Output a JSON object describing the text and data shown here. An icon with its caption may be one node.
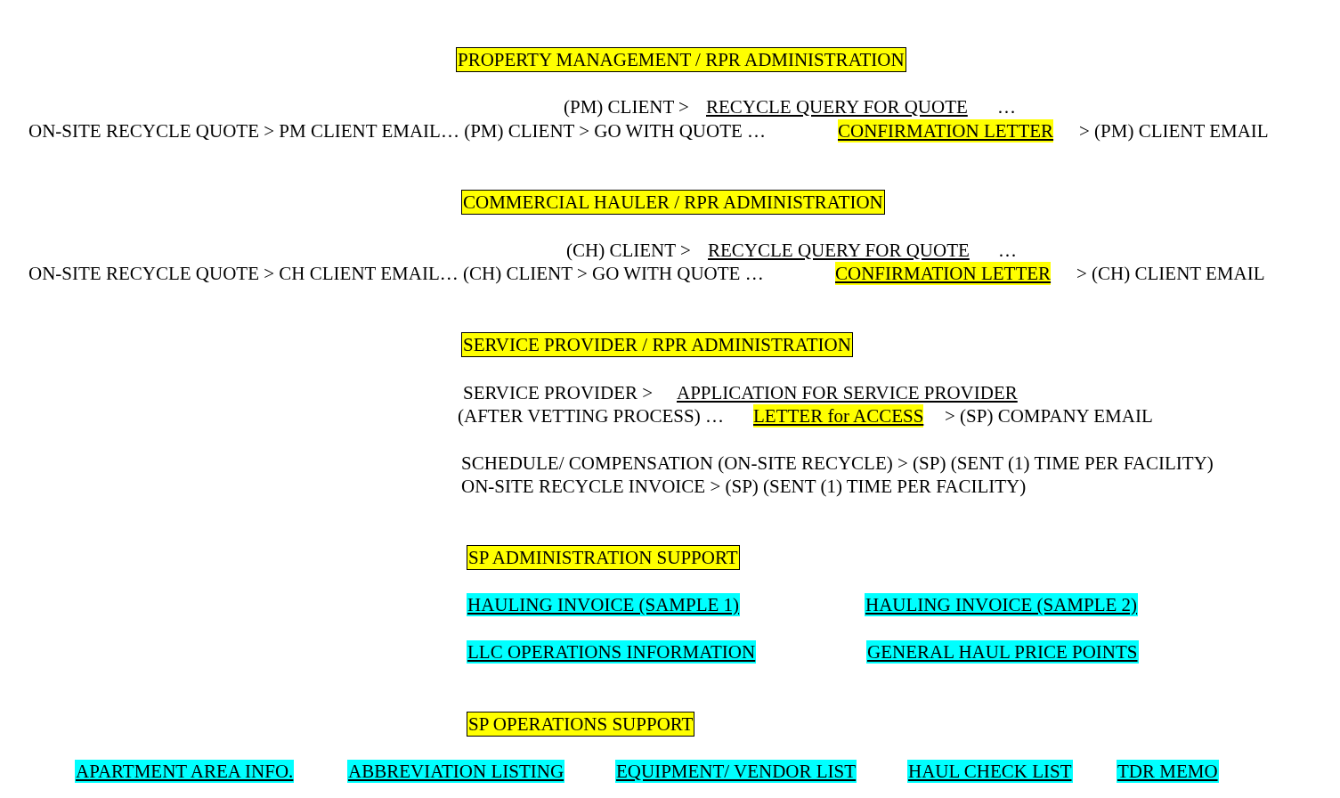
{
  "diagram": {
    "nodes": [
      {
        "text": [
          "PROPERTY MANAGEMENT / RPR ADMINISTRATION"
        ]
      },
      {
        "text": [
          "COMMERCIAL HAULER / RPR ADMINISTRATION"
        ]
      },
      {
        "text": [
          "SERVICE PROVIDER / RPR ADMINISTRATION"
        ]
      },
      {
        "text": [
          "SP ADMINISTRATION SUPPORT"
        ]
      },
      {
        "text": [
          "HAULING INVOICE (SAMPLE 1)"
        ]
      },
      {
        "text": [
          "HAULING INVOICE (SAMPLE 2)"
        ]
      },
      {
        "text": [
          "LLC OPERATIONS INFORMATION"
        ]
      },
      {
        "text": [
          "GENERAL HAUL PRICE POINTS"
        ]
      },
      {
        "text": [
          "SP OPERATIONS SUPPORT"
        ]
      },
      {
        "text": [
          "APARTMENT AREA INFO."
        ]
      },
      {
        "text": [
          "ABBREVIATION LISTING"
        ]
      },
      {
        "text": [
          "EQUIPMENT/ VENDOR LIST"
        ]
      },
      {
        "text": [
          "HAUL CHECK LIST"
        ]
      },
      {
        "text": [
          "TDR MEMO"
        ]
      }
    ],
    "edges": [],
    "labels": [
      "(PM) CLIENT >",
      "RECYCLE QUERY FOR QUOTE",
      "…",
      "ON-SITE RECYCLE QUOTE > PM CLIENT EMAIL… (PM) CLIENT > GO WITH QUOTE …",
      "CONFIRMATION LETTER",
      "> (PM) CLIENT EMAIL",
      "(CH) CLIENT >",
      "RECYCLE QUERY FOR QUOTE",
      "…",
      "ON-SITE RECYCLE QUOTE > CH CLIENT EMAIL… (CH) CLIENT > GO WITH QUOTE …",
      "CONFIRMATION LETTER",
      "> (CH) CLIENT EMAIL",
      "SERVICE PROVIDER >",
      "APPLICATION FOR SERVICE PROVIDER",
      "(AFTER VETTING PROCESS) …",
      "LETTER for ACCESS",
      "> (SP) COMPANY EMAIL",
      "SCHEDULE/ COMPENSATION (ON-SITE RECYCLE) > (SP) (SENT (1) TIME PER FACILITY)",
      "ON-SITE RECYCLE INVOICE > (SP) (SENT (1) TIME PER FACILITY)"
    ]
  }
}
